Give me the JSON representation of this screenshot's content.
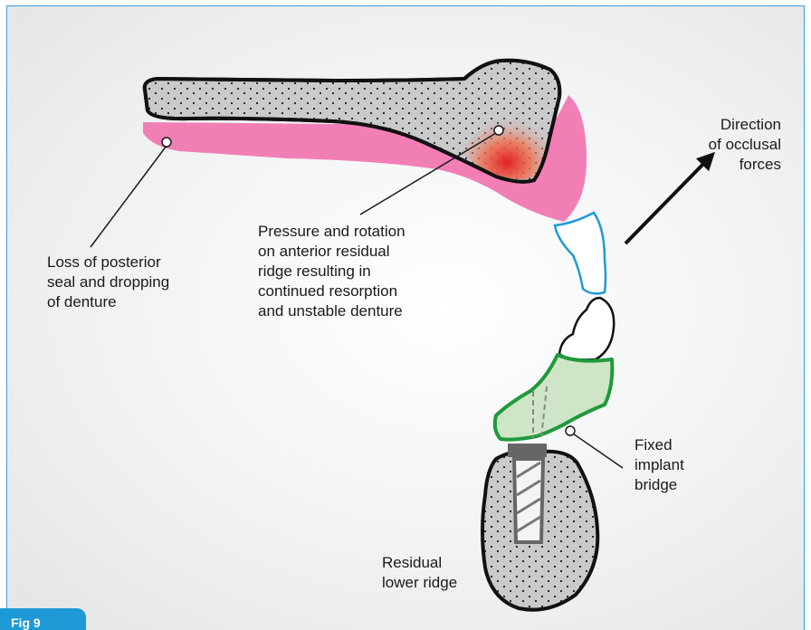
{
  "labels": {
    "posterior_loss": "Loss of posterior\nseal and dropping\nof denture",
    "pressure_rotation": "Pressure and rotation\non anterior residual\nridge resulting in\ncontinued resorption\nand unstable denture",
    "occlusal_forces": "Direction\nof occlusal\nforces",
    "fixed_bridge": "Fixed\nimplant\nbridge",
    "residual_ridge": "Residual\nlower ridge"
  },
  "figure_tag": "Fig 9",
  "colors": {
    "frame_border": "#3aa0d8",
    "gum_pink": "#f17fb5",
    "bone_grey": "#c9cacc",
    "pressure_red": "#e31e24",
    "bridge_green": "#cfe5c7",
    "bridge_outline": "#1f9a3b",
    "tooth_outline": "#1e9ad6",
    "tab_blue": "#1e9ad6"
  }
}
